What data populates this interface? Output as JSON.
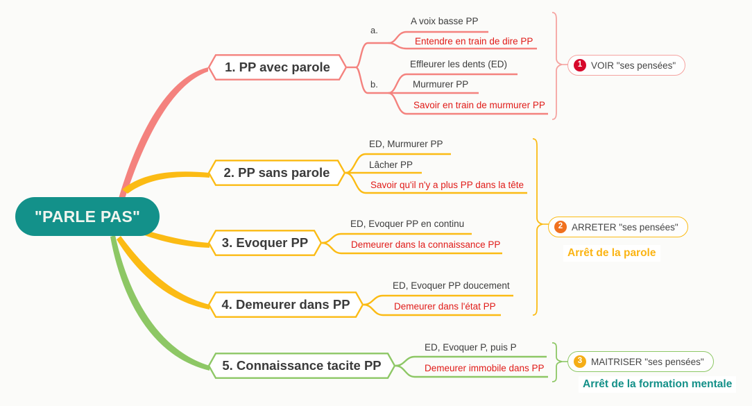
{
  "theme": {
    "background": "#fbfbf9",
    "root_fill": "#13918a",
    "root_text": "#f0f5ef",
    "red": "#f4827e",
    "red_text": "#e01b18",
    "amber": "#fbbb14",
    "green": "#8dc765",
    "node_text": "#3a3a3a",
    "leaf_text": "#3c3c3c",
    "badge1": "#d6082b",
    "badge2": "#f0701e",
    "badge3": "#f5ad16",
    "caption_amber": "#fbb413",
    "caption_teal": "#139088"
  },
  "root": {
    "label": "\"PARLE PAS\""
  },
  "branches": [
    {
      "id": "branch-1",
      "color": "#f4827e",
      "label": "1. PP avec parole",
      "groups": [
        {
          "label": "a.",
          "items": [
            {
              "text": "A voix basse PP",
              "emphasis": false
            },
            {
              "text": "Entendre en train de dire PP",
              "emphasis": true
            }
          ]
        },
        {
          "label": "b.",
          "items": [
            {
              "text": "Effleurer les dents (ED)",
              "emphasis": false
            },
            {
              "text": "Murmurer PP",
              "emphasis": false
            },
            {
              "text": "Savoir en train de murmurer PP",
              "emphasis": true
            }
          ]
        }
      ]
    },
    {
      "id": "branch-2",
      "color": "#fbbb14",
      "label": "2. PP sans parole",
      "groups": [
        {
          "label": "",
          "items": [
            {
              "text": "ED, Murmurer PP",
              "emphasis": false
            },
            {
              "text": "Lâcher PP",
              "emphasis": false
            },
            {
              "text": "Savoir qu'il n'y a plus PP dans la tête",
              "emphasis": true
            }
          ]
        }
      ]
    },
    {
      "id": "branch-3",
      "color": "#fbbb14",
      "label": "3. Evoquer PP",
      "groups": [
        {
          "label": "",
          "items": [
            {
              "text": "ED, Evoquer PP en continu",
              "emphasis": false
            },
            {
              "text": "Demeurer dans la connaissance PP",
              "emphasis": true
            }
          ]
        }
      ]
    },
    {
      "id": "branch-4",
      "color": "#fbbb14",
      "label": "4. Demeurer dans PP",
      "groups": [
        {
          "label": "",
          "items": [
            {
              "text": "ED, Evoquer PP doucement",
              "emphasis": false
            },
            {
              "text": "Demeurer dans l'état PP",
              "emphasis": true
            }
          ]
        }
      ]
    },
    {
      "id": "branch-5",
      "color": "#8dc765",
      "label": "5. Connaissance tacite PP",
      "groups": [
        {
          "label": "",
          "items": [
            {
              "text": "ED, Evoquer P, puis P",
              "emphasis": false
            },
            {
              "text": "Demeurer immobile dans PP",
              "emphasis": true
            }
          ]
        }
      ]
    }
  ],
  "summaries": [
    {
      "id": "summary-1",
      "number": "1",
      "text": "VOIR \"ses pensées\"",
      "badge_color": "#d6082b",
      "border_color": "#f5a3a0",
      "caption": "",
      "caption_color": ""
    },
    {
      "id": "summary-2",
      "number": "2",
      "text": "ARRETER \"ses pensées\"",
      "badge_color": "#f0701e",
      "border_color": "#fbbb14",
      "caption": "Arrêt de la parole",
      "caption_color": "#fbb413"
    },
    {
      "id": "summary-3",
      "number": "3",
      "text": "MAITRISER \"ses pensées\"",
      "badge_color": "#f5ad16",
      "border_color": "#8dc765",
      "caption": "Arrêt de la formation mentale",
      "caption_color": "#139088"
    }
  ]
}
